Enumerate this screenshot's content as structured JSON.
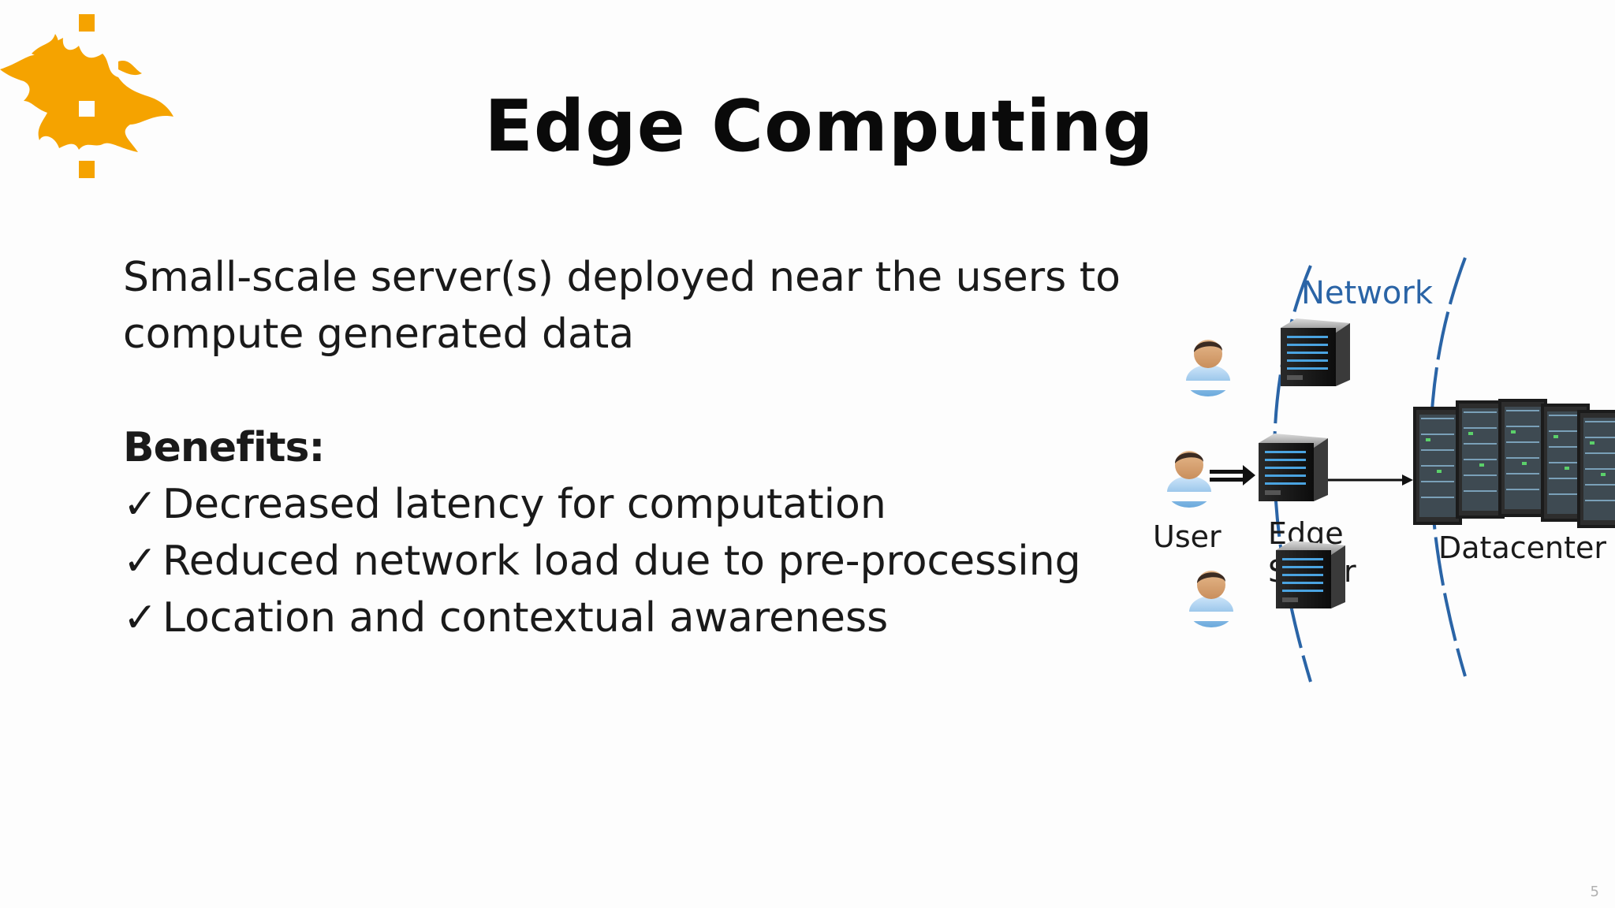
{
  "slide": {
    "title": "Edge Computing",
    "intro_line1": "Small-scale server(s) deployed near the users to",
    "intro_line2": "compute generated data",
    "benefits_heading": "Benefits:",
    "check_glyph": "✓",
    "benefits": [
      "Decreased latency for computation",
      "Reduced network load due to pre-processing",
      "Location and contextual awareness"
    ],
    "page_number": "5"
  },
  "diagram": {
    "network_label": "Network",
    "user_label": "User",
    "edge_label_visible": "Edge",
    "edge_label_partial_left": "S",
    "edge_label_partial_right": "r",
    "datacenter_label": "Datacenter"
  },
  "colors": {
    "logo_orange": "#f5a300",
    "network_blue": "#2a64a6",
    "text": "#1a1a1a"
  },
  "icons": [
    "university-logo-icon",
    "user-icon",
    "server-icon",
    "datacenter-icon",
    "arrow-icon"
  ]
}
